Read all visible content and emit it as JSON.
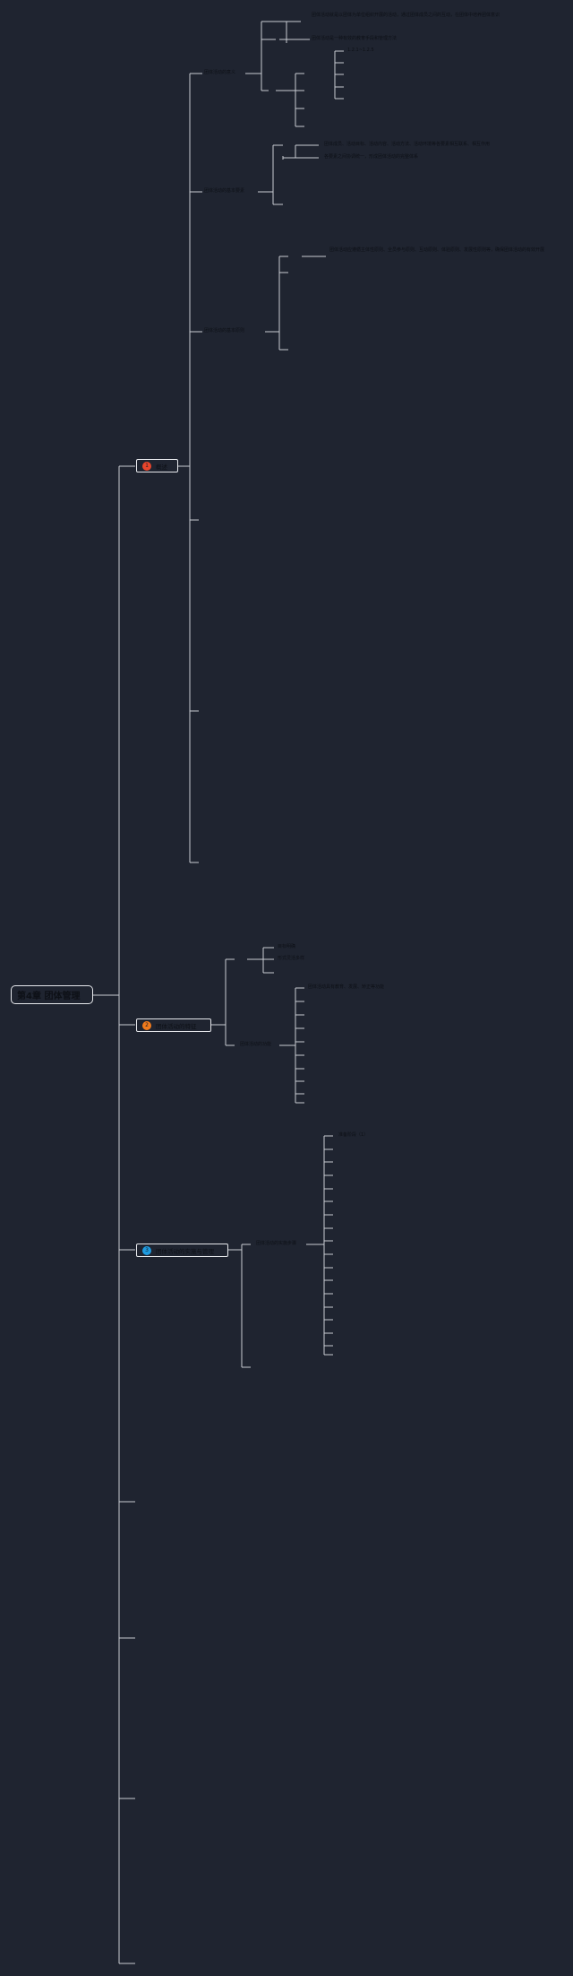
{
  "root": {
    "label": "第4章 团体管理"
  },
  "branches": [
    {
      "badge": "1",
      "badge_color": "#e8452c",
      "label": "概述"
    },
    {
      "badge": "2",
      "badge_color": "#f07a1c",
      "label": "团体活动的特征"
    },
    {
      "badge": "3",
      "badge_color": "#1e9be0",
      "label": "团体活动的实施与管理"
    }
  ],
  "nodes": {
    "b1_c1": "团体活动的意义",
    "b1_c1_n1": "团体活动就是以团体为单位组织开展的活动，通过团体成员之间的互动，在团体中培养团体意识",
    "b1_c1_n2": "团体活动是一种有效的教育手段和管理方法",
    "b1_c1_n3": "1.2.1~1.2.5",
    "b1_c2": "团体活动的基本要素",
    "b1_c2_n1": "团体成员、活动目标、活动内容、活动方法、活动环境等各要素相互联系、相互作用",
    "b1_c2_n2": "各要素之间协调统一，形成团体活动的完整体系",
    "b1_c3": "团体活动的基本原则",
    "b1_c3_n1": "团体活动应遵循主体性原则、全员参与原则、互动原则、体验原则、发展性原则等，确保团体活动的有效开展",
    "b2_c1_n1": "目标明确",
    "b2_c1_n2": "形式灵活多样",
    "b2_c2": "团体活动的功能",
    "b2_c2_n1": "团体活动具有教育、发展、矫正等功能",
    "b3_c1": "团体活动的实施步骤",
    "b3_c1_n1": "准备阶段（1）"
  }
}
